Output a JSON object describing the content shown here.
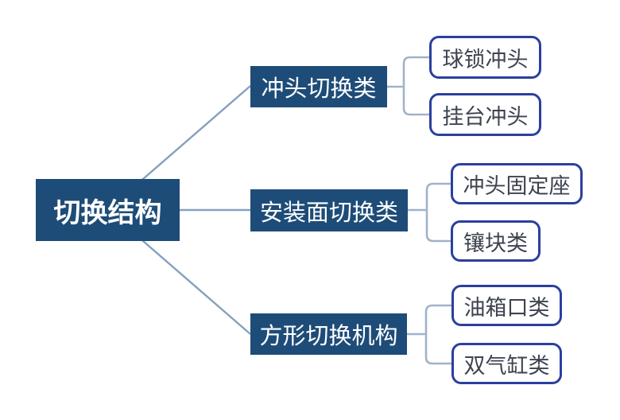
{
  "root": {
    "label": "切换结构"
  },
  "branches": [
    {
      "label": "冲头切换类",
      "children": [
        {
          "label": "球锁冲头"
        },
        {
          "label": "挂台冲头"
        }
      ]
    },
    {
      "label": "安装面切换类",
      "children": [
        {
          "label": "冲头固定座"
        },
        {
          "label": "镶块类"
        }
      ]
    },
    {
      "label": "方形切换机构",
      "children": [
        {
          "label": "油箱口类"
        },
        {
          "label": "双气缸类"
        }
      ]
    }
  ],
  "colors": {
    "background": "#FFFFFF",
    "node_fill": "#1E4C78",
    "node_text": "#FFFFFF",
    "leaf_fill": "#FFFFFF",
    "leaf_border": "#2B3F9F",
    "leaf_text": "#3D4350",
    "connector_diagonal": "#85A1BF",
    "connector_elbow": "#A0B3C9"
  }
}
